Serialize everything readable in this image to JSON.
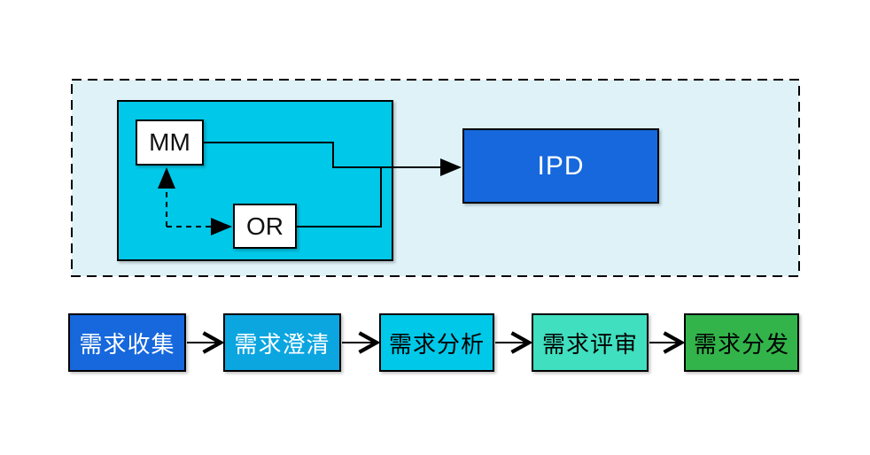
{
  "upper_diagram": {
    "nodes": [
      {
        "id": "mm",
        "label": "MM"
      },
      {
        "id": "or",
        "label": "OR"
      },
      {
        "id": "ipd",
        "label": "IPD"
      }
    ],
    "connectors": [
      {
        "from": "mm",
        "to": "ipd",
        "style": "solid-elbow-arrow"
      },
      {
        "from": "or",
        "to": "ipd",
        "style": "solid-elbow-join"
      },
      {
        "from": "mm",
        "to": "or",
        "style": "dashed-double-headed-elbow"
      }
    ]
  },
  "flow": {
    "steps": [
      {
        "label": "需求收集",
        "fill": "#1668dc",
        "text_color": "#ffffff"
      },
      {
        "label": "需求澄清",
        "fill": "#0ba6e0",
        "text_color": "#ffffff"
      },
      {
        "label": "需求分析",
        "fill": "#00c8e8",
        "text_color": "#000000"
      },
      {
        "label": "需求评审",
        "fill": "#40dfbf",
        "text_color": "#000000"
      },
      {
        "label": "需求分发",
        "fill": "#32b44a",
        "text_color": "#000000"
      }
    ]
  },
  "colors": {
    "container_background": "#def2f8",
    "inner_group_background": "#00c8e8",
    "ipd_blue": "#1668dc",
    "line_color": "#000000",
    "node_background": "#ffffff"
  }
}
